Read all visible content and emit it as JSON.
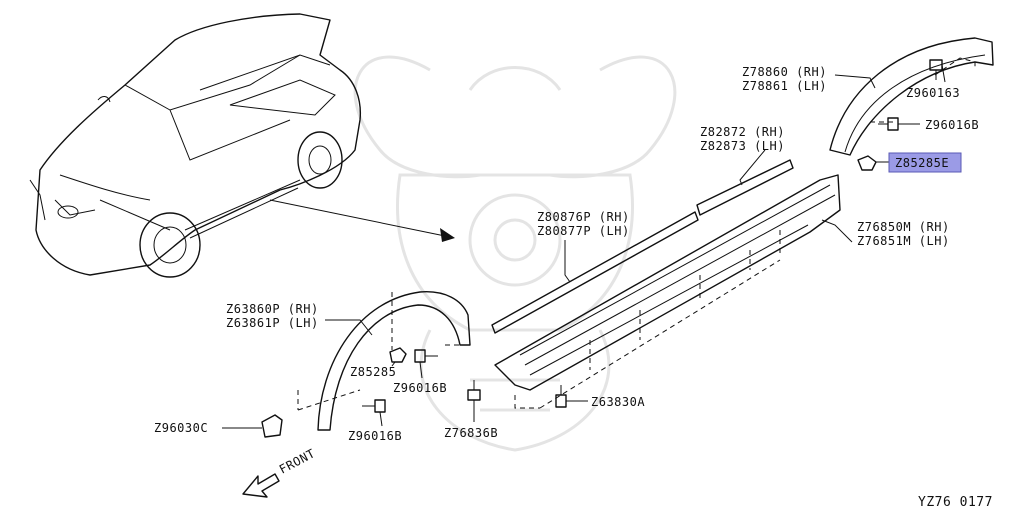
{
  "colors": {
    "line": "#111111",
    "highlight": "#9b9be6",
    "watermark": "#e4e4e4",
    "background": "#ffffff"
  },
  "watermark": {
    "icon": "samurai-kabuto-watermark"
  },
  "labels": {
    "z78860": "Z78860 (RH)",
    "z78861": "Z78861 (LH)",
    "z960163": "Z960163",
    "z96016b_top": "Z96016B",
    "z85285e": "Z85285E",
    "z82872": "Z82872 (RH)",
    "z82873": "Z82873 (LH)",
    "z80876p": "Z80876P (RH)",
    "z80877p": "Z80877P (LH)",
    "z76850m": "Z76850M (RH)",
    "z76851m": "Z76851M (LH)",
    "z63860p": "Z63860P (RH)",
    "z63861p": "Z63861P (LH)",
    "z85285": "Z85285",
    "z96016b_mid": "Z96016B",
    "z96030c": "Z96030C",
    "z96016b_low": "Z96016B",
    "z76836b": "Z76836B",
    "z63830a": "Z63830A",
    "front": "FRONT",
    "diagram_code": "YZ76  0177"
  }
}
